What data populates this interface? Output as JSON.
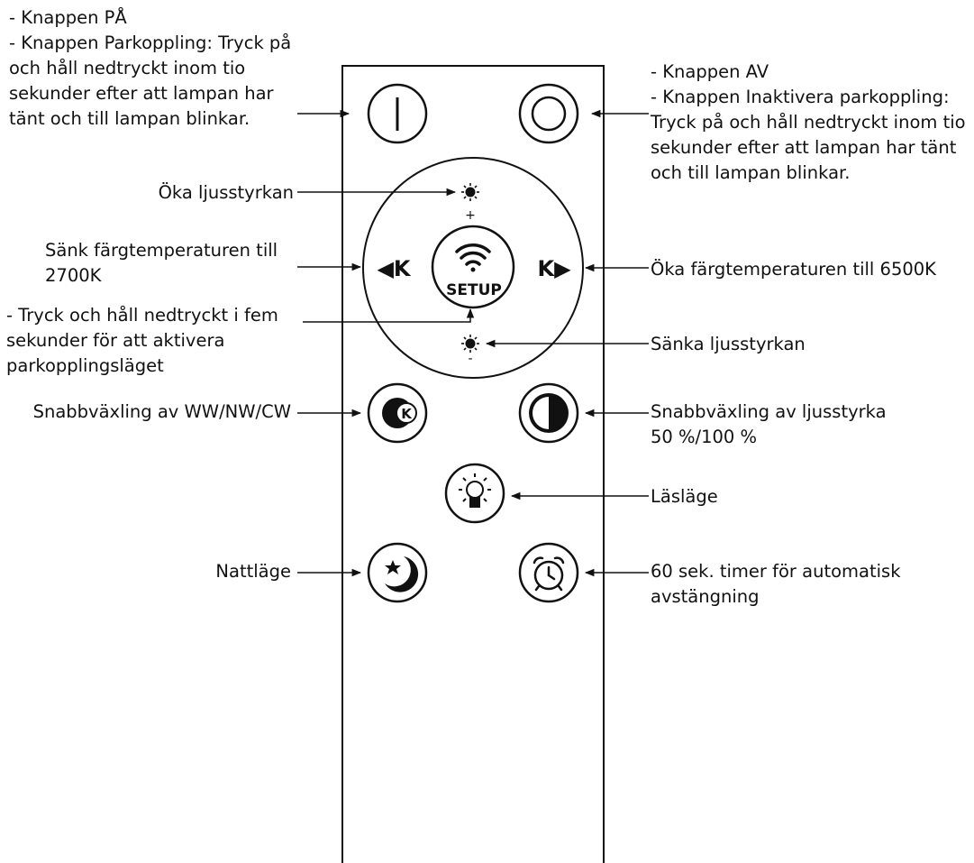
{
  "labels": {
    "power_on": "- Knappen PÅ\n- Knappen Parkoppling: Tryck på\noch håll nedtryckt inom tio\nsekunder efter att lampan har\ntänt och till lampan blinkar.",
    "power_off": "- Knappen AV\n- Knappen Inaktivera parkoppling:\nTryck på och håll nedtryckt inom tio\nsekunder efter att lampan har tänt\noch till lampan blinkar.",
    "brightness_up": "Öka ljusstyrkan",
    "color_temp_down": "Sänk färgtemperaturen till\n2700K",
    "color_temp_up": "Öka färgtemperaturen till 6500K",
    "setup": "- Tryck och håll nedtryckt i fem\nsekunder för att aktivera\nparkopplingsläget",
    "brightness_down": "Sänka ljusstyrkan",
    "quick_cct": "Snabbväxling av WW/NW/CW",
    "quick_brightness": "Snabbväxling av ljusstyrka\n50 %/100 %",
    "reading_mode": "Läsläge",
    "night_mode": "Nattläge",
    "timer": "60 sek. timer för automatisk\navstängning"
  },
  "buttons": {
    "k_left": "◀K",
    "k_right": "K▶",
    "setup": "SETUP",
    "plus": "+",
    "minus": "-",
    "k_badge": "K"
  },
  "icons": [
    "power-on-icon",
    "power-off-icon",
    "sun-icon",
    "wifi-icon",
    "cct-icon",
    "half-circle-icon",
    "bulb-icon",
    "moon-star-icon",
    "alarm-clock-icon"
  ],
  "colors": {
    "ink": "#111111",
    "background": "#ffffff"
  }
}
